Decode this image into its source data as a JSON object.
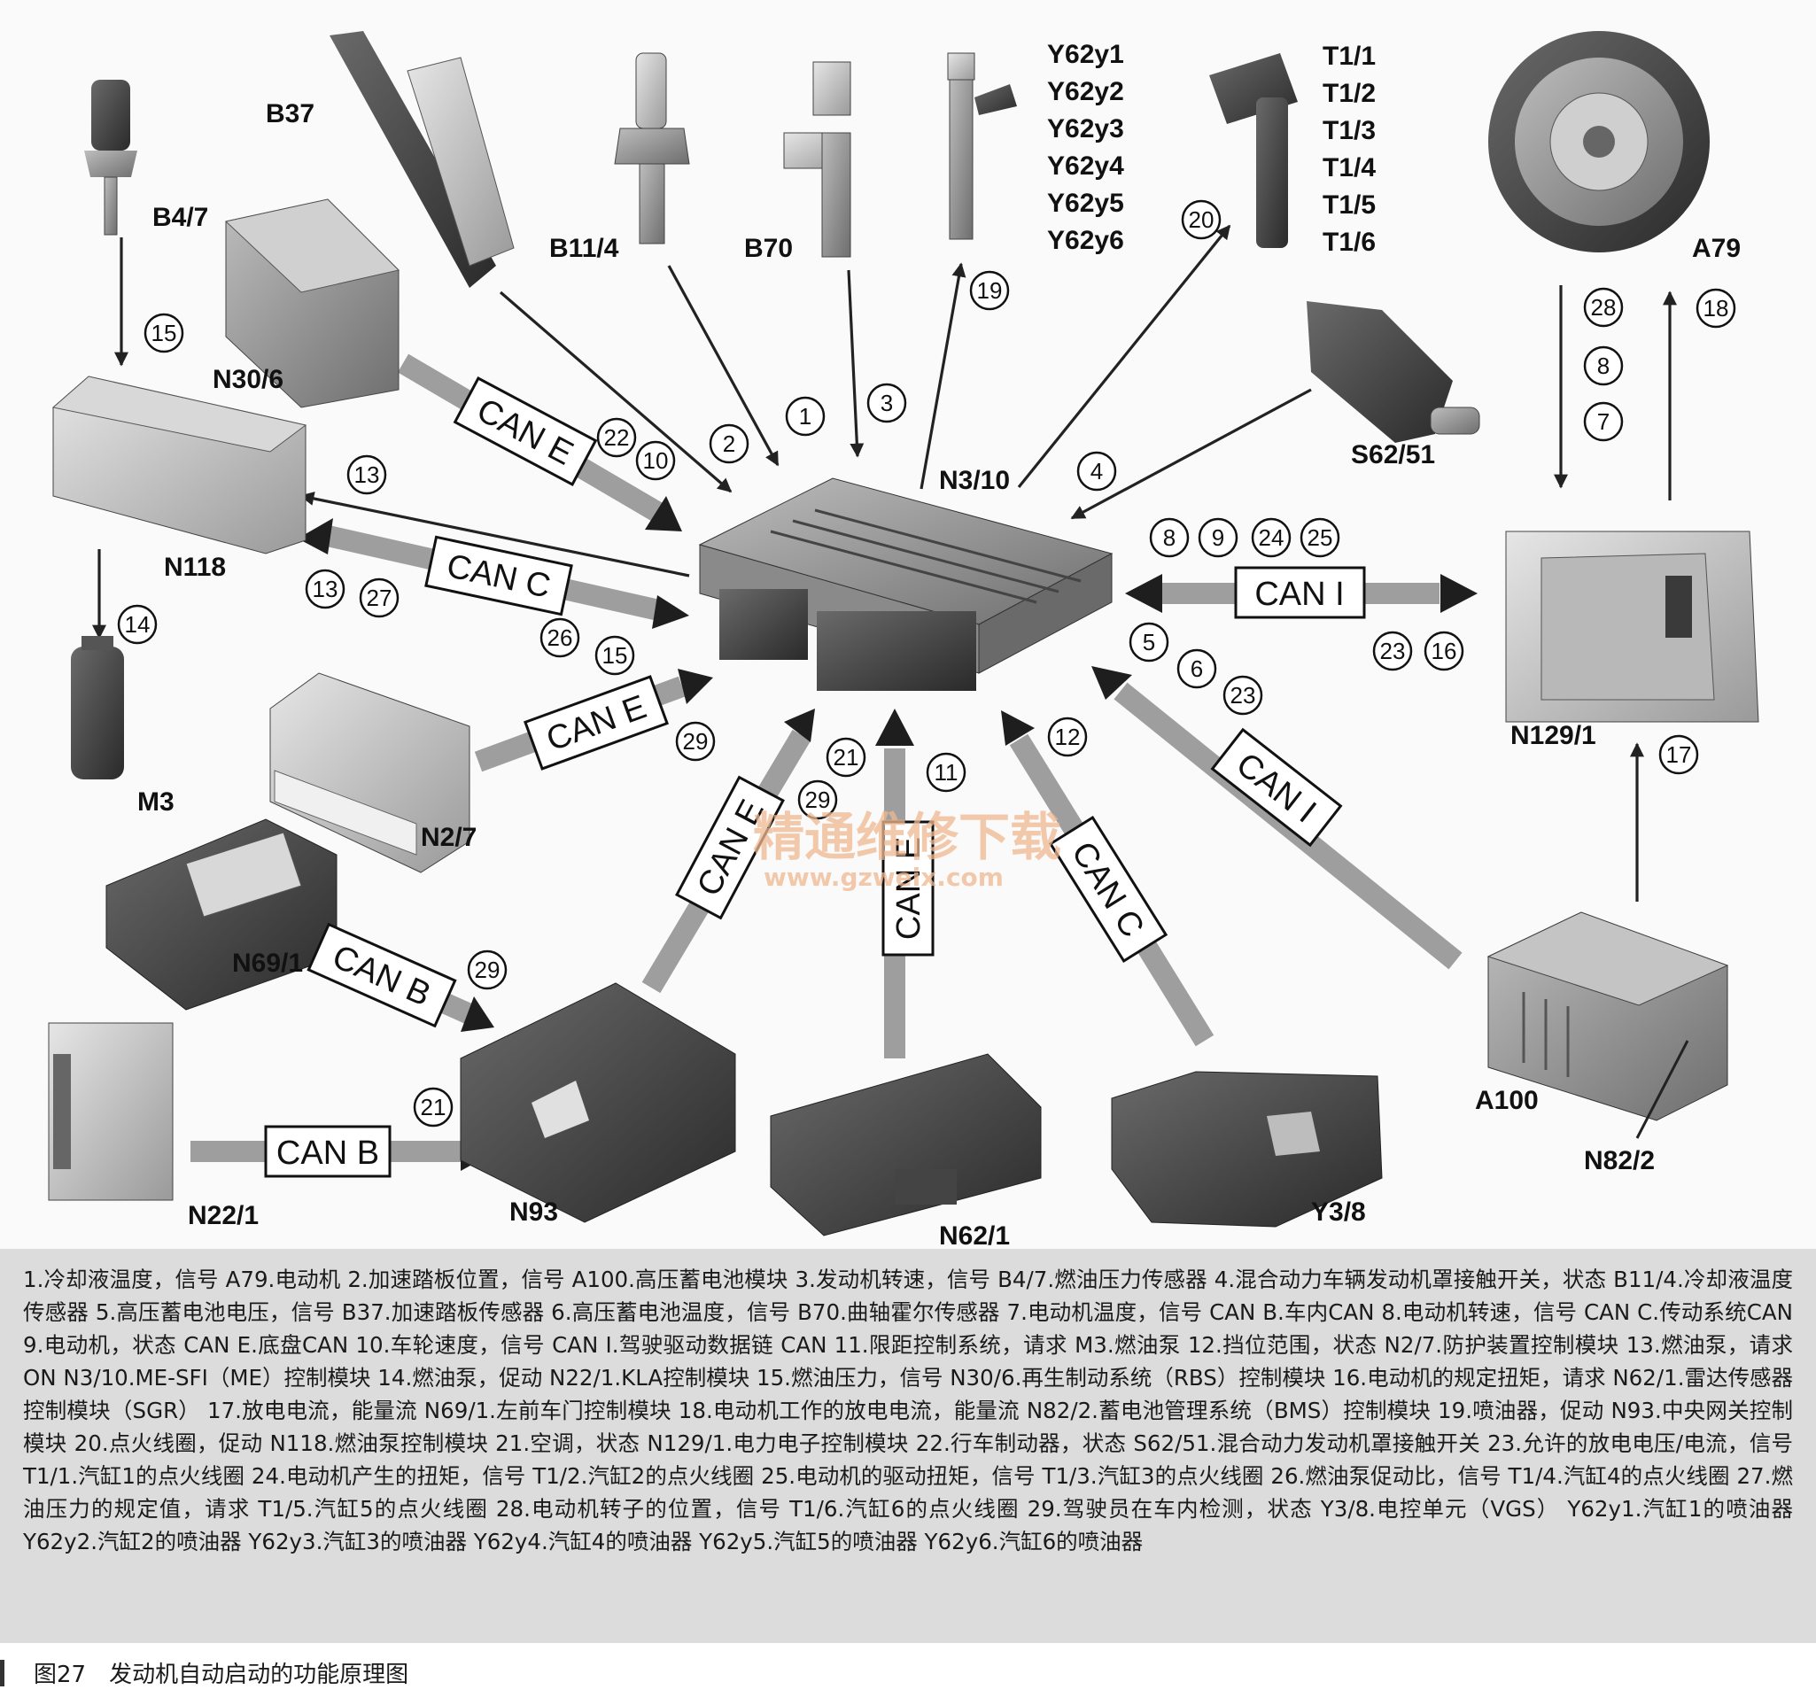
{
  "components": {
    "b47": "B4/7",
    "b37": "B37",
    "n30_6": "N30/6",
    "b11_4": "B11/4",
    "b70": "B70",
    "y62_1": "Y62y1",
    "y62_2": "Y62y2",
    "y62_3": "Y62y3",
    "y62_4": "Y62y4",
    "y62_5": "Y62y5",
    "y62_6": "Y62y6",
    "t1_1": "T1/1",
    "t1_2": "T1/2",
    "t1_3": "T1/3",
    "t1_4": "T1/4",
    "t1_5": "T1/5",
    "t1_6": "T1/6",
    "a79": "A79",
    "s62_51": "S62/51",
    "n3_10": "N3/10",
    "n118": "N118",
    "m3": "M3",
    "n2_7": "N2/7",
    "n129_1": "N129/1",
    "n69_1": "N69/1",
    "n22_1": "N22/1",
    "n93": "N93",
    "n62_1": "N62/1",
    "y3_8": "Y3/8",
    "a100": "A100",
    "n82_2": "N82/2"
  },
  "buses": {
    "can_e_1": "CAN E",
    "can_c_1": "CAN C",
    "can_e_2": "CAN E",
    "can_i_1": "CAN I",
    "can_i_2": "CAN I",
    "can_b_1": "CAN B",
    "can_b_2": "CAN B",
    "can_e_3": "CAN E",
    "can_e_4": "CAN E",
    "can_c_2": "CAN C"
  },
  "badges": {
    "b15a": "15",
    "b22": "22",
    "b10": "10",
    "b2": "2",
    "b1": "1",
    "b3": "3",
    "b19": "19",
    "b20": "20",
    "b28": "28",
    "b8a": "8",
    "b7": "7",
    "b18": "18",
    "b4": "4",
    "b13a": "13",
    "b13b": "13",
    "b27": "27",
    "b26": "26",
    "b15b": "15",
    "b14": "14",
    "b8b": "8",
    "b9": "9",
    "b24": "24",
    "b25": "25",
    "b23a": "23",
    "b16": "16",
    "b5": "5",
    "b6": "6",
    "b23b": "23",
    "b29a": "29",
    "b21a": "21",
    "b29b": "29",
    "b11": "11",
    "b12": "12",
    "b17": "17",
    "b29c": "29",
    "b21b": "21"
  },
  "watermark": {
    "line1": "精通维修下载",
    "line2": "www.gzweix.com"
  },
  "legend": "1.冷却液温度，信号 A79.电动机 2.加速踏板位置，信号 A100.高压蓄电池模块 3.发动机转速，信号 B4/7.燃油压力传感器 4.混合动力车辆发动机罩接触开关，状态 B11/4.冷却液温度传感器 5.高压蓄电池电压，信号 B37.加速踏板传感器 6.高压蓄电池温度，信号 B70.曲轴霍尔传感器 7.电动机温度，信号 CAN B.车内CAN 8.电动机转速，信号 CAN C.传动系统CAN 9.电动机，状态 CAN E.底盘CAN 10.车轮速度，信号 CAN I.驾驶驱动数据链 CAN 11.限距控制系统，请求 M3.燃油泵 12.挡位范围，状态 N2/7.防护装置控制模块 13.燃油泵，请求ON N3/10.ME-SFI（ME）控制模块 14.燃油泵，促动 N22/1.KLA控制模块 15.燃油压力，信号 N30/6.再生制动系统（RBS）控制模块 16.电动机的规定扭矩，请求 N62/1.雷达传感器控制模块（SGR） 17.放电电流，能量流 N69/1.左前车门控制模块 18.电动机工作的放电电流，能量流 N82/2.蓄电池管理系统（BMS）控制模块 19.喷油器，促动 N93.中央网关控制模块 20.点火线圈，促动 N118.燃油泵控制模块 21.空调，状态 N129/1.电力电子控制模块 22.行车制动器，状态 S62/51.混合动力发动机罩接触开关 23.允许的放电电压/电流，信号 T1/1.汽缸1的点火线圈 24.电动机产生的扭矩，信号 T1/2.汽缸2的点火线圈 25.电动机的驱动扭矩，信号 T1/3.汽缸3的点火线圈 26.燃油泵促动比，信号 T1/4.汽缸4的点火线圈 27.燃油压力的规定值，请求 T1/5.汽缸5的点火线圈 28.电动机转子的位置，信号 T1/6.汽缸6的点火线圈 29.驾驶员在车内检测，状态 Y3/8.电控单元（VGS） Y62y1.汽缸1的喷油器 Y62y2.汽缸2的喷油器 Y62y3.汽缸3的喷油器 Y62y4.汽缸4的喷油器 Y62y5.汽缸5的喷油器 Y62y6.汽缸6的喷油器",
  "caption": "图27　发动机自动启动的功能原理图"
}
